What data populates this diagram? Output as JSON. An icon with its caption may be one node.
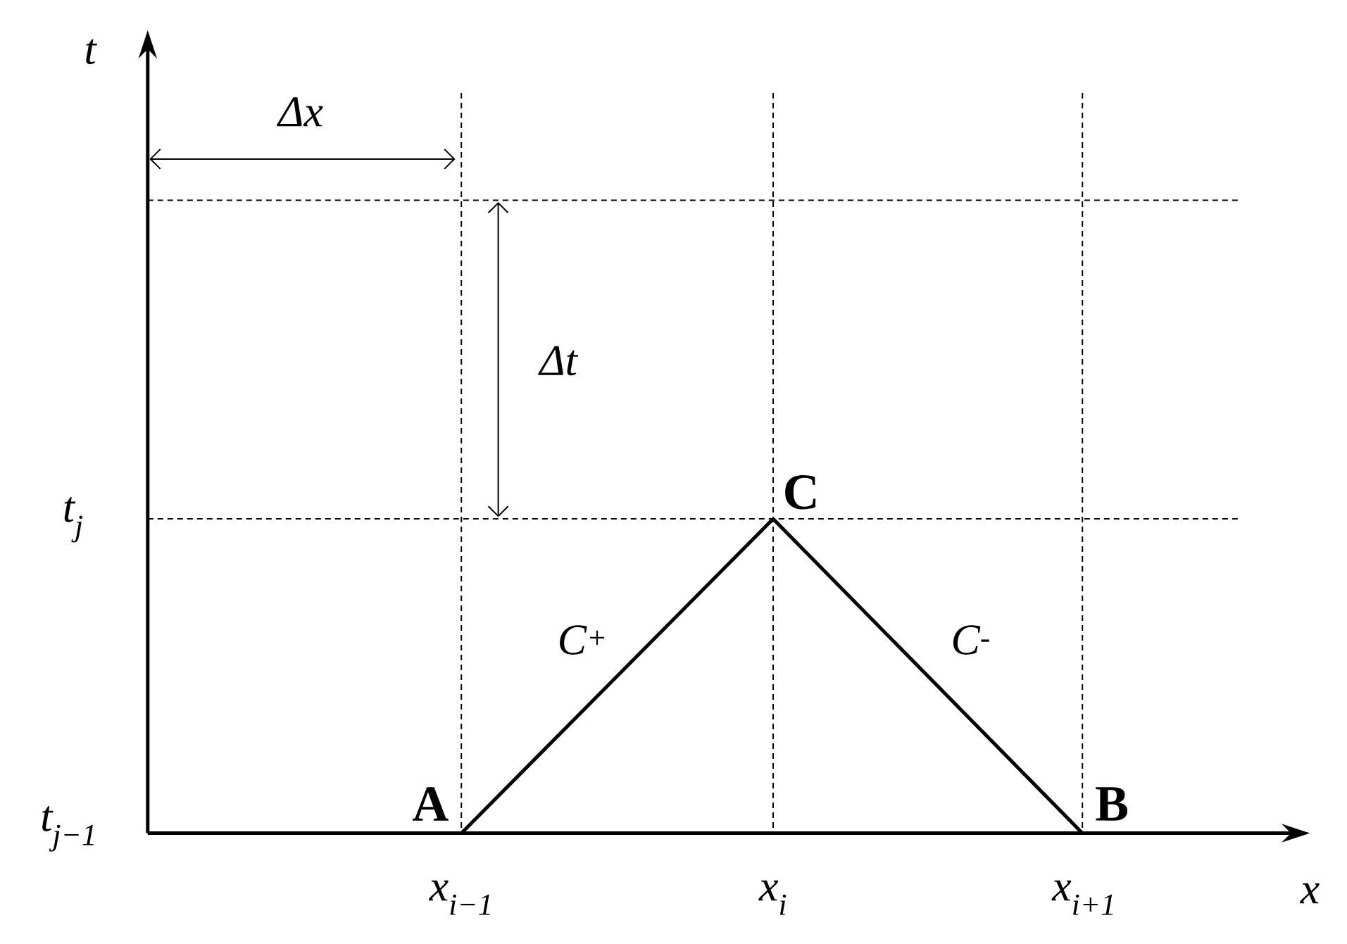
{
  "diagram": {
    "nodes": [
      {
        "text": [
          "A"
        ]
      },
      {
        "text": [
          "B"
        ]
      },
      {
        "text": [
          "C"
        ]
      }
    ],
    "edges": [
      {
        "from": 0,
        "to": 2,
        "arrow": "none",
        "label": "C$^{+}$"
      },
      {
        "from": 2,
        "to": 1,
        "arrow": "none",
        "label": "C$^{-}$"
      }
    ],
    "labels": [
      "t",
      "Δx",
      "Δt",
      "t$_{j}$",
      "t$_{j−1}$",
      "x$_{i−1}$",
      "x$_{i}$",
      "x$_{i+1}$",
      "x"
    ]
  }
}
